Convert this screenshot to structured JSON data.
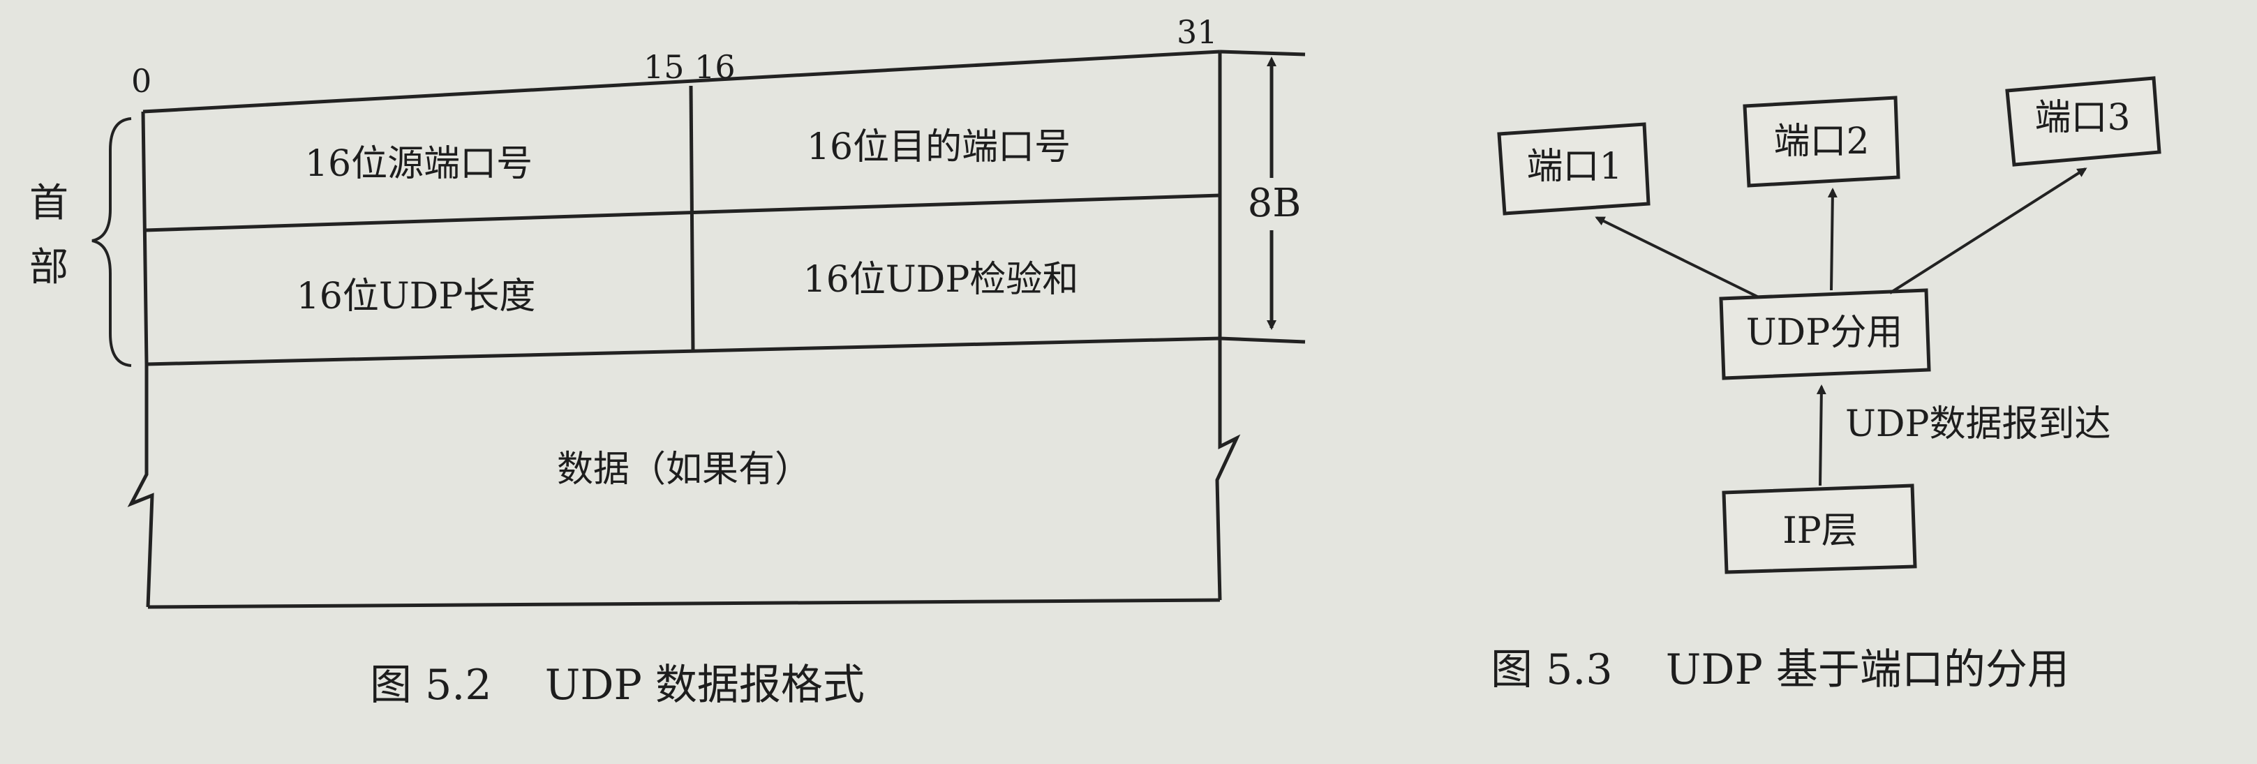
{
  "figure_5_2": {
    "bit_markers": {
      "start": "0",
      "mid": "15 16",
      "end": "31"
    },
    "header_brace_label": "首部",
    "size_label": "8B",
    "fields": {
      "src_port": "16位源端口号",
      "dst_port": "16位目的端口号",
      "length": "16位UDP长度",
      "checksum": "16位UDP检验和"
    },
    "data_label": "数据（如果有）",
    "caption": "图 5.2    UDP 数据报格式"
  },
  "figure_5_3": {
    "ports": [
      "端口1",
      "端口2",
      "端口3"
    ],
    "demux_label": "UDP分用",
    "arrival_label": "UDP数据报到达",
    "ip_layer_label": "IP层",
    "caption": "图 5.3    UDP 基于端口的分用"
  }
}
